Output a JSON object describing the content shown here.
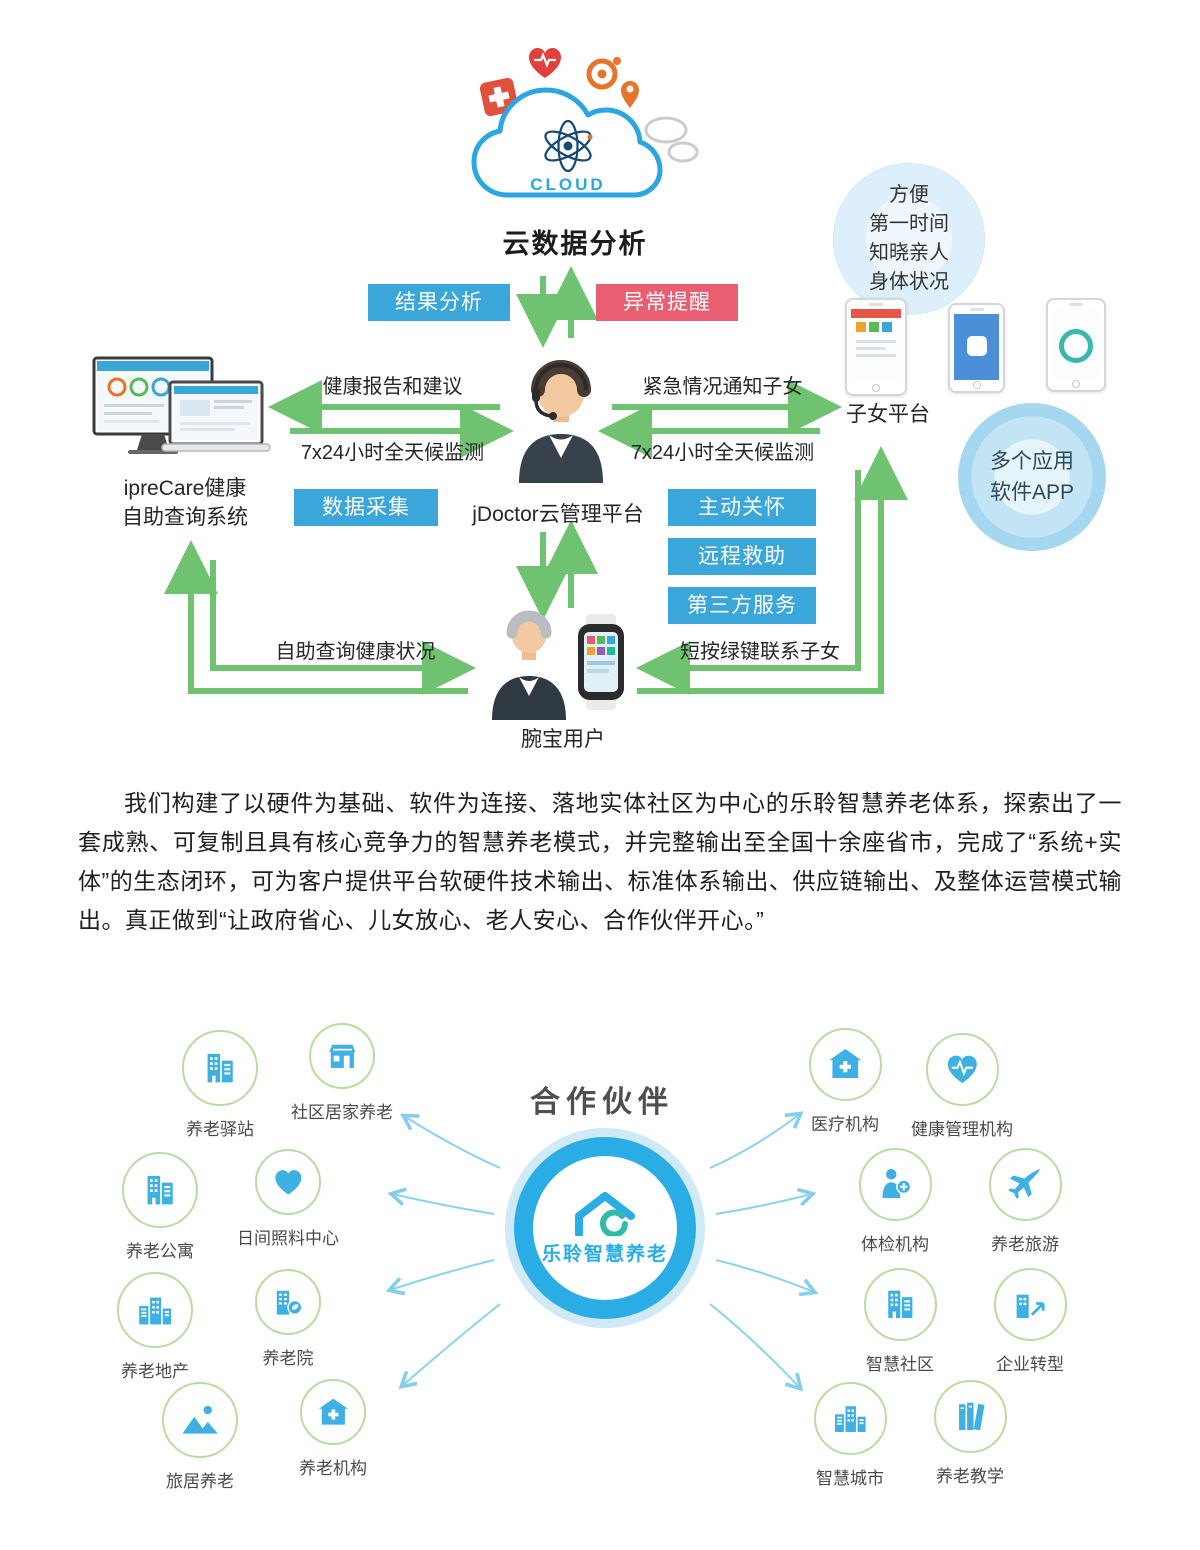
{
  "diagram": {
    "cloud_word": "CLOUD",
    "cloud_title": "云数据分析",
    "result_analysis": "结果分析",
    "abnormal_alert": "异常提醒",
    "health_report": "健康报告和建议",
    "monitor_left": "7x24小时全天候监测",
    "emergency_notice": "紧急情况通知子女",
    "monitor_right": "7x24小时全天候监测",
    "iprecare_system": "ipreCare健康\n自助查询系统",
    "data_collection": "数据采集",
    "platform": "jDoctor云管理平台",
    "active_care": "主动关怀",
    "remote_rescue": "远程救助",
    "third_party": "第三方服务",
    "self_query": "自助查询健康状况",
    "green_key": "短按绿键联系子女",
    "wristband_user": "腕宝用户",
    "children_platform": "子女平台",
    "bubble_convenient": "方便\n第一时间\n知晓亲人\n身体状况",
    "bubble_apps": "多个应用\n软件APP"
  },
  "intro": "我们构建了以硬件为基础、软件为连接、落地实体社区为中心的乐聆智慧养老体系，探索出了一套成熟、可复制且具有核心竞争力的智慧养老模式，并完整输出至全国十余座省市，完成了“系统+实体”的生态闭环，可为客户提供平台软硬件技术输出、标准体系输出、供应链输出、及整体运营模式输出。真正做到“让政府省心、儿女放心、老人安心、合作伙伴开心。”",
  "partners": {
    "title": "合作伙伴",
    "logo_text": "乐聆智慧养老",
    "left": [
      {
        "label": "养老驿站",
        "icon": "building-icon"
      },
      {
        "label": "社区居家养老",
        "icon": "storefront-icon"
      },
      {
        "label": "养老公寓",
        "icon": "building-icon"
      },
      {
        "label": "日间照料中心",
        "icon": "heart-icon"
      },
      {
        "label": "养老地产",
        "icon": "city-icon"
      },
      {
        "label": "养老院",
        "icon": "building-leaf-icon"
      },
      {
        "label": "旅居养老",
        "icon": "scenery-icon"
      },
      {
        "label": "养老机构",
        "icon": "hospital-icon"
      }
    ],
    "right": [
      {
        "label": "医疗机构",
        "icon": "hospital-icon"
      },
      {
        "label": "健康管理机构",
        "icon": "heart-pulse-icon"
      },
      {
        "label": "体检机构",
        "icon": "person-plus-icon"
      },
      {
        "label": "养老旅游",
        "icon": "plane-icon"
      },
      {
        "label": "智慧社区",
        "icon": "building-icon"
      },
      {
        "label": "企业转型",
        "icon": "building-arrow-icon"
      },
      {
        "label": "智慧城市",
        "icon": "city-icon"
      },
      {
        "label": "养老教学",
        "icon": "books-icon"
      }
    ]
  },
  "colors": {
    "arrow_green": "#6fc26f",
    "box_blue": "#3aa6da",
    "box_red": "#ea5e72",
    "icon_blue": "#3fb0e3",
    "circle_border_green": "#b8dca2",
    "partner_arrow_blue": "#8ad2ee",
    "logo_blue": "#29ade4",
    "cloud_outline_blue": "#2aa7e0"
  }
}
